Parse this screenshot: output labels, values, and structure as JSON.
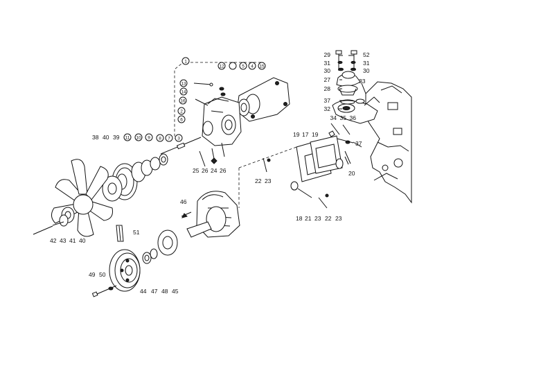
{
  "callouts": {
    "p1": "1",
    "p2": "2",
    "p3": "3",
    "p4": "4",
    "p5": "5",
    "p6": "6",
    "p7": "7",
    "p8": "8",
    "p9": "9",
    "p10": "10",
    "p11": "11",
    "p12": "12",
    "p13": "13",
    "p14": "14",
    "p15": "15",
    "p16": "16",
    "p17": "17",
    "p18": "18",
    "p19a": "19",
    "p19b": "19",
    "p20": "20",
    "p21": "21",
    "p22a": "22",
    "p22b": "22",
    "p23a": "23",
    "p23b": "23",
    "p23c": "23",
    "p24": "24",
    "p25": "25",
    "p26a": "26",
    "p26b": "26",
    "p27": "27",
    "p28": "28",
    "p29": "29",
    "p30a": "30",
    "p30b": "30",
    "p31a": "31",
    "p31b": "31",
    "p32": "32",
    "p33": "33",
    "p34": "34",
    "p35": "35",
    "p36": "36",
    "p37a": "37",
    "p37b": "37",
    "p38": "38",
    "p39": "39",
    "p40a": "40",
    "p40b": "40",
    "p41": "41",
    "p42": "42",
    "p43": "43",
    "p44": "44",
    "p45": "45",
    "p46": "46",
    "p47": "47",
    "p48": "48",
    "p49": "49",
    "p50": "50",
    "p51": "51",
    "p52": "52"
  }
}
